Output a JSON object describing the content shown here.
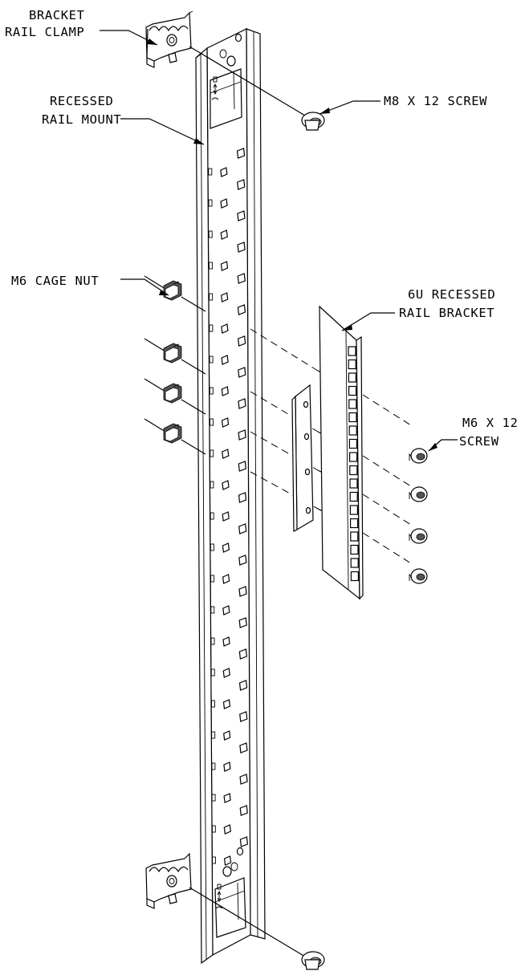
{
  "labels": {
    "bracket_rail_clamp": [
      "BRACKET",
      "RAIL CLAMP"
    ],
    "recessed_rail_mount": [
      "RECESSED",
      "RAIL MOUNT"
    ],
    "m8_screw": "M8 X 12 SCREW",
    "m6_cage_nut": "M6 CAGE NUT",
    "bracket_6u": [
      "6U RECESSED",
      "RAIL BRACKET"
    ],
    "m6_screw": [
      "M6 X 12",
      "SCREW"
    ]
  }
}
